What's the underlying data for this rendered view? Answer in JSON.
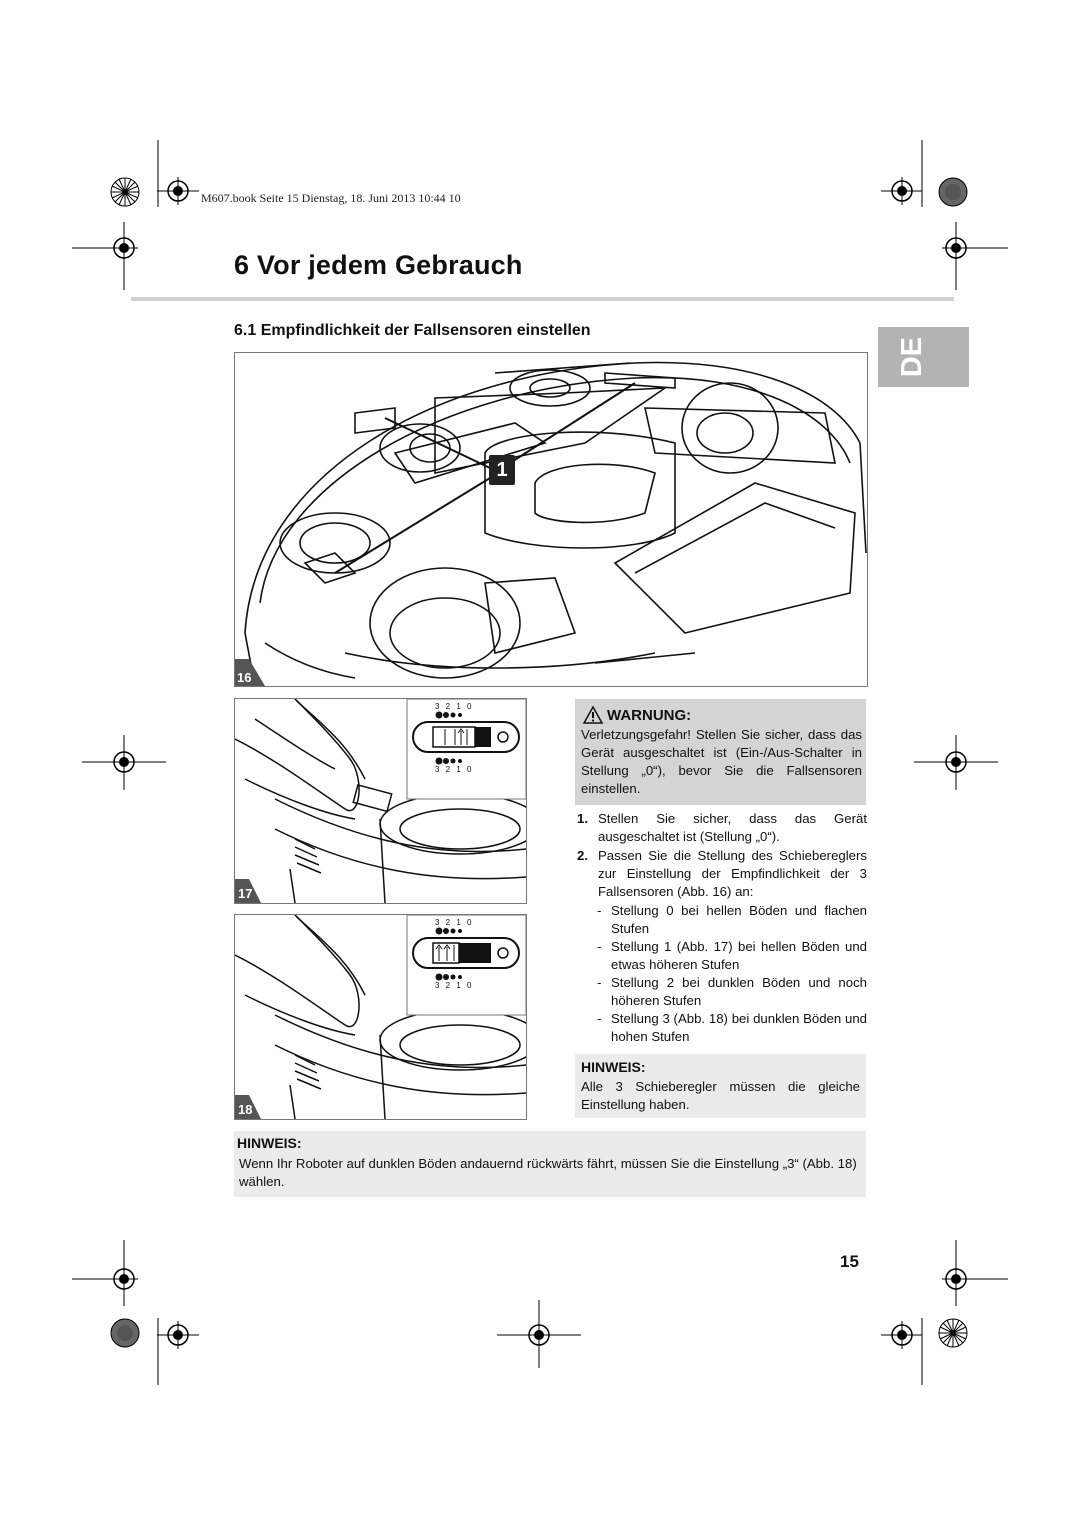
{
  "print_header": "M607.book  Seite 15  Dienstag, 18. Juni 2013  10:44 10",
  "chapter": {
    "title": "6   Vor jedem Gebrauch"
  },
  "section": {
    "title": "6.1   Empfindlichkeit der Fallsensoren einstellen"
  },
  "language_tab": "DE",
  "figures": {
    "fig16": {
      "number": "16",
      "callout": "1"
    },
    "fig17": {
      "number": "17",
      "scale_top": "3 2 1 0",
      "scale_bottom": "3 2 1 0"
    },
    "fig18": {
      "number": "18",
      "scale_top": "3 2 1 0",
      "scale_bottom": "3 2 1 0"
    }
  },
  "warning": {
    "title": "WARNUNG:",
    "text": "Verletzungsgefahr! Stellen Sie sicher, dass das Gerät ausgeschaltet ist (Ein-/Aus-Schalter in Stellung „0“), bevor Sie die Fallsensoren einstellen."
  },
  "steps": [
    {
      "num": "1.",
      "text": "Stellen Sie sicher, dass das Gerät ausgeschaltet ist (Stellung „0“)."
    },
    {
      "num": "2.",
      "text": "Passen Sie die Stellung des Schiebereglers zur Einstellung der Empfindlichkeit der 3 Fallsensoren (Abb. 16) an:"
    }
  ],
  "sub_steps": [
    "Stellung 0 bei hellen Böden und flachen Stufen",
    "Stellung 1 (Abb. 17) bei hellen Böden und etwas höheren Stufen",
    "Stellung 2 bei dunklen Böden und noch höheren Stufen",
    "Stellung 3 (Abb. 18) bei dunklen Böden und hohen Stufen"
  ],
  "note_small": {
    "title": "HINWEIS:",
    "text": "Alle 3 Schieberegler müssen die gleiche Einstellung haben."
  },
  "note_wide": {
    "title": "HINWEIS:",
    "text": "Wenn Ihr Roboter auf dunklen Böden andauernd rückwärts fährt, müssen Sie die Einstellung „3“ (Abb. 18) wählen."
  },
  "page_number": "15",
  "icons": {
    "warning": "warning-triangle-icon",
    "registration": "registration-mark-icon",
    "color_wheel": "color-wheel-icon"
  }
}
